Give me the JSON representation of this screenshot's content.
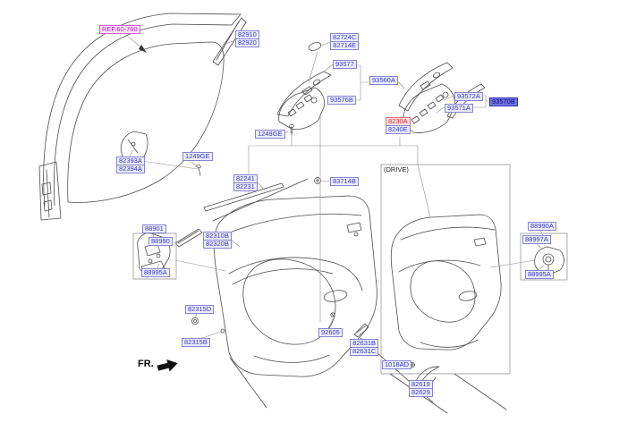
{
  "diagram": {
    "type": "parts-diagram",
    "figure": "front-door-trim",
    "selected_part": "93570B"
  },
  "colors": {
    "label_text": "#3535cd",
    "label_bg": "#ededfb",
    "label_border": "#8585d2",
    "ref_magenta": "#c324c3",
    "highlight_red": "#d42727",
    "selected_bg": "#7273e4",
    "line_art": "#4d4d4d"
  },
  "labels": {
    "ref": {
      "text": "REF.60-760"
    },
    "glass_run": {
      "line1": "82910",
      "line2": "82920"
    },
    "handle_cap": {
      "line1": "82724C",
      "line2": "82714E"
    },
    "bezel_upper": {
      "text": "93577"
    },
    "bezel_assy": {
      "text": "93560A"
    },
    "bezel_lower": {
      "text": "93576B"
    },
    "switch_bezel": {
      "text": "93572A"
    },
    "switch_sub": {
      "text": "93571A"
    },
    "main_switch": {
      "text": "93570B"
    },
    "door_trim": {
      "line1": "8230A",
      "line2": "8240E"
    },
    "screw_upper": {
      "text": "1249GE"
    },
    "quadrant_cover": {
      "line1": "82393A",
      "line2": "82394A"
    },
    "screw_left": {
      "text": "1249GE"
    },
    "belt_wstrip": {
      "line1": "82241",
      "line2": "82231"
    },
    "clip": {
      "text": "83714B"
    },
    "seat_switch_unit": {
      "text": "88901"
    },
    "seat_switch": {
      "text": "88990"
    },
    "frame_garnish": {
      "line1": "82310B",
      "line2": "82320B"
    },
    "seat_switch_cover": {
      "text": "88995A"
    },
    "mirror_switch_unit": {
      "text": "88990A"
    },
    "mirror_switch": {
      "text": "88997A"
    },
    "mirror_switch_cover": {
      "text": "88995A"
    },
    "grommet_d": {
      "text": "82315D"
    },
    "grommet_b": {
      "text": "82315B"
    },
    "lamp_screw": {
      "text": "92605"
    },
    "handle_housing": {
      "line1": "82631B",
      "line2": "82631C"
    },
    "tapping_screw": {
      "text": "1018AD"
    },
    "courtesy_lamp": {
      "line1": "82619",
      "line2": "82629"
    },
    "drive": {
      "text": "(DRIVE)"
    },
    "fr": {
      "text": "FR."
    }
  }
}
